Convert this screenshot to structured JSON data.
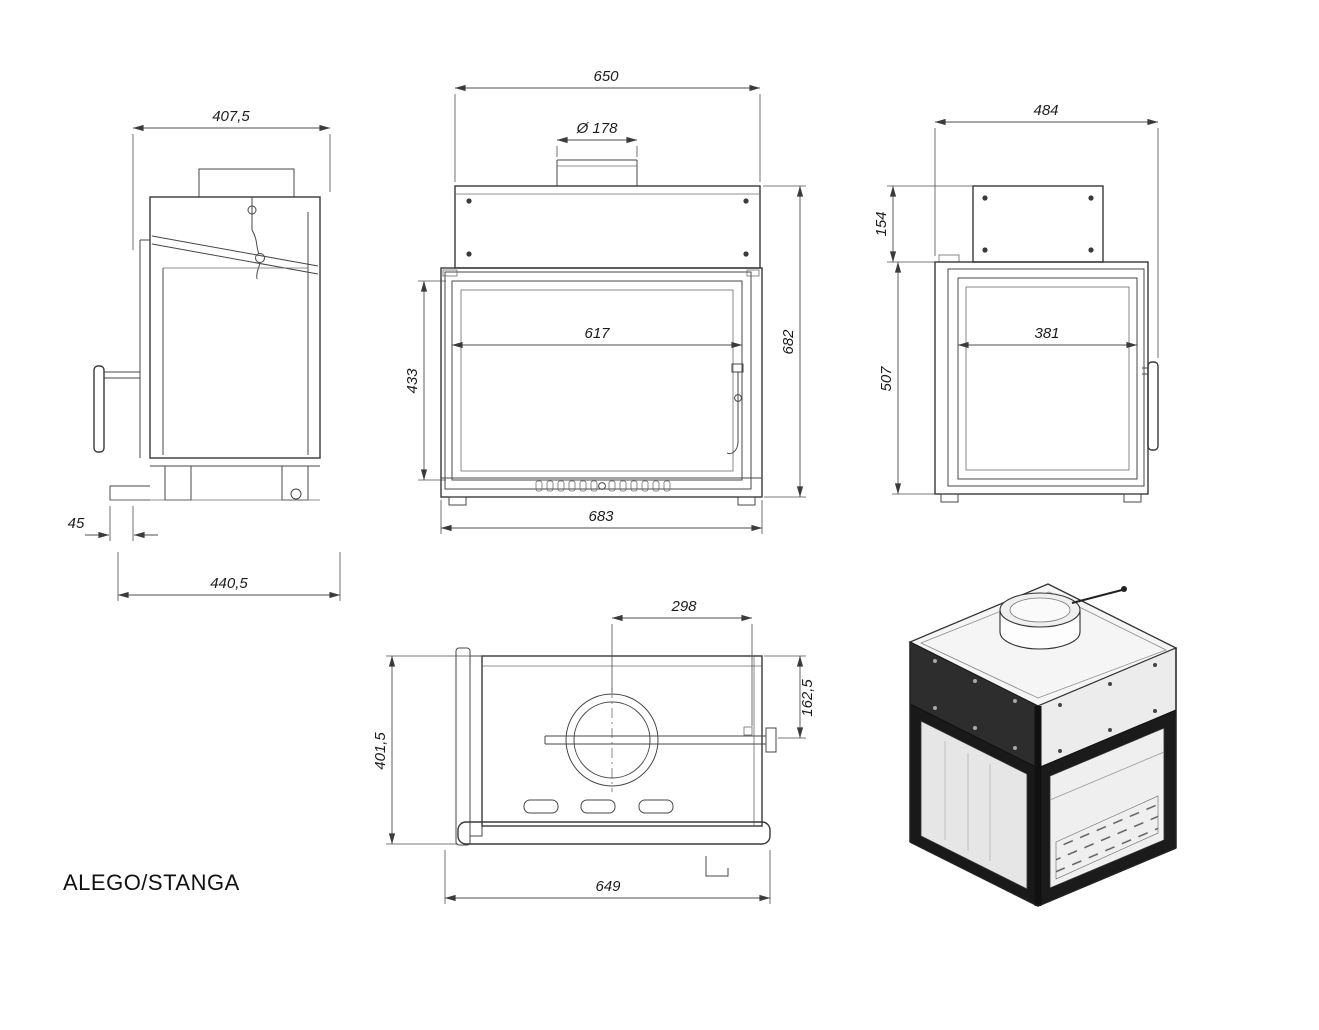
{
  "title": "ALEGO/STANGA",
  "views": {
    "side_left": {
      "dims": {
        "top_width": "407,5",
        "front_offset": "45",
        "total_depth": "440,5"
      }
    },
    "front": {
      "dims": {
        "top_width": "650",
        "flue_diameter": "Ø 178",
        "glass_width": "617",
        "glass_height": "433",
        "total_height": "682",
        "total_width": "683"
      }
    },
    "side_right": {
      "dims": {
        "total_depth": "484",
        "hood_height": "154",
        "glass_width": "381",
        "body_height": "507"
      }
    },
    "plan": {
      "dims": {
        "flue_offset_x": "298",
        "flue_offset_y": "162,5",
        "inner_depth": "401,5",
        "total_depth": "649"
      }
    }
  }
}
